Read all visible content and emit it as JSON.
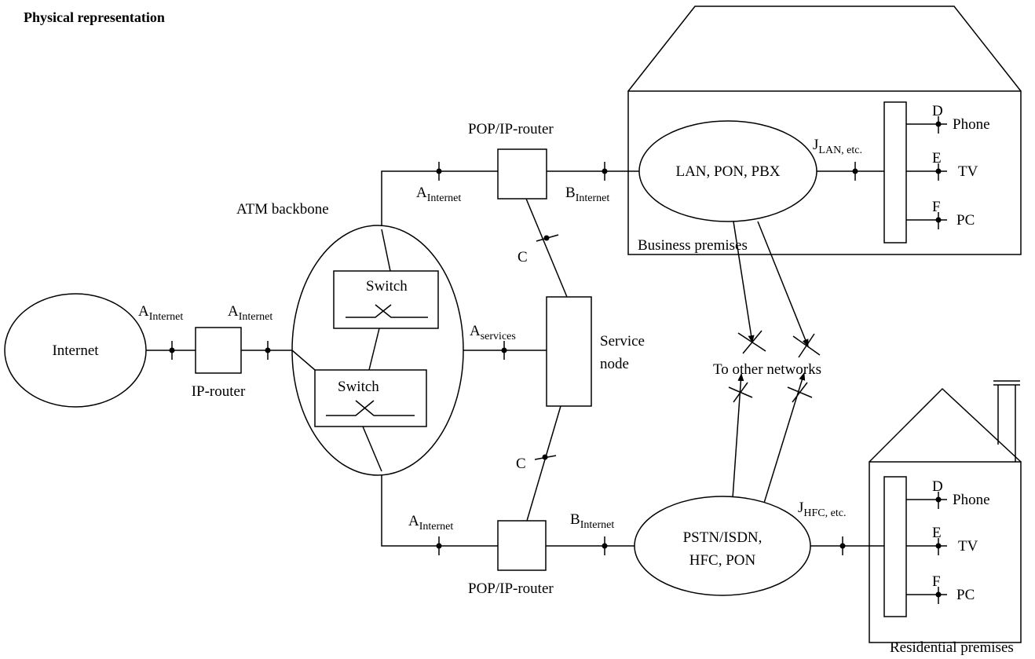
{
  "title": "Physical representation",
  "nodes": {
    "internet": "Internet",
    "ip_router": "IP-router",
    "atm_backbone": "ATM backbone",
    "switch_top": "Switch",
    "switch_bottom": "Switch",
    "pop_router_top": "POP/IP-router",
    "pop_router_bottom": "POP/IP-router",
    "service_node_line1": "Service",
    "service_node_line2": "node",
    "lan_cloud": "LAN, PON, PBX",
    "pstn_line1": "PSTN/ISDN,",
    "pstn_line2": "HFC, PON",
    "to_other_networks": "To other networks",
    "business_premises": "Business premises",
    "residential_premises": "Residential premises"
  },
  "interfaces": {
    "a_main": "A",
    "a_sub": "Internet",
    "a_services_sub": "services",
    "b_main": "B",
    "b_sub": "Internet",
    "c": "C",
    "j_main": "J",
    "j_lan_sub": "LAN, etc.",
    "j_hfc_sub": "HFC, etc.",
    "d": "D",
    "e": "E",
    "f": "F"
  },
  "devices": {
    "phone": "Phone",
    "tv": "TV",
    "pc": "PC"
  }
}
